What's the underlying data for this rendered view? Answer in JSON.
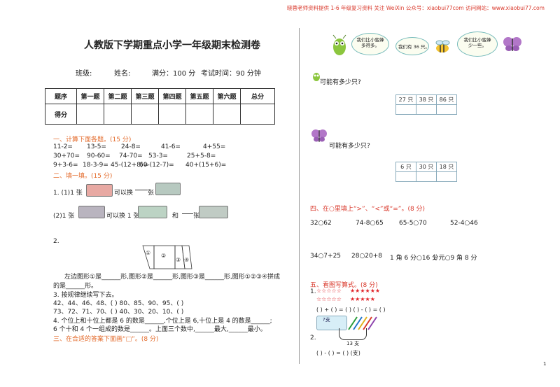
{
  "header_note": "晓蓉老师资料提供 1-6 年级复习资料  关注 WeiXin 公众号：xiaobui77com  访问网站：www.xiaobui77.com",
  "title": "人教版下学期重点小学一年级期末检测卷",
  "info": {
    "class": "班级:",
    "name": "姓名:",
    "score": "满分：100 分",
    "time": "考试时间：90 分钟"
  },
  "score_table": {
    "headers": [
      "题序",
      "第一题",
      "第二题",
      "第三题",
      "第四题",
      "第五题",
      "第六题",
      "总分"
    ],
    "row_label": "得分"
  },
  "section1": {
    "title": "一、计算下面各题。(15 分)",
    "rows": [
      [
        "11-2=",
        "13-5=",
        "24-8=",
        "41-6=",
        "4+55="
      ],
      [
        "30+70=",
        "90-60=",
        "74-70=",
        "53-3=",
        "25+5-8="
      ],
      [
        "9+3-6=",
        "18-3-9=",
        "45-(12+8)=",
        "60-(12-7)=",
        "40+(15+6)="
      ]
    ]
  },
  "section2": {
    "title": "二、填一填。(15 分)",
    "q1a_prefix": "1. (1)1 张",
    "q1a_mid": "可以换",
    "q1a_suffix": "张",
    "q1b_prefix": "(2)1 张",
    "q1b_mid": "可以换 1 张",
    "q1b_and": "和",
    "q1b_suffix": "张",
    "q2_label": "2.",
    "shape_labels": [
      "①",
      "②",
      "③",
      "④"
    ],
    "q2_text1": "左边图形①是______形,图形②是______形,图形③是______形,图形①②③④拼成",
    "q2_text2": "的是______形。",
    "q3_title": "3. 按规律继续写下去。",
    "q3_row1": "42、44、46、48、(      )          80、85、90、95、(      )",
    "q3_row2": "73、72、71、70、(      )          40、30、20、10、(      )",
    "q4_text": "4. 个位上和十位上都是 6 的数是______,个位上是 6,十位上是 4 的数是______;",
    "q5_text": "6 个十和 4 个一组成的数是______。上面三个数中,______最大,______最小。"
  },
  "section3": {
    "title": "三、在合适的答案下面画“□”。(8 分)"
  },
  "right": {
    "bubbles": [
      "我们比小蜜蜂多得多。",
      "我们有 36 只。",
      "我们比小蜜蜂少一些。"
    ],
    "q_bee": "可能有多少只?",
    "q_bee_options": [
      "27 只",
      "38 只",
      "86 只"
    ],
    "q_butterfly": "可能有多少只?",
    "q_butterfly_options": [
      "6 只",
      "30 只",
      "18 只"
    ]
  },
  "section4": {
    "title": "四、在○里填上“>”、“<”或“=”。(8 分)",
    "row1": [
      "32○62",
      "74-8○65",
      "65-5○70",
      "52-4○46"
    ],
    "row2": [
      "34○7+25",
      "28○20+8",
      "1 角 6 分○16 分",
      "1 元○9 角 8 分"
    ]
  },
  "section5": {
    "title": "五、看图写算式。(8 分)",
    "q1_label": "1.",
    "stars_outline_1": "☆☆☆☆☆",
    "stars_solid_1": "★★★★★★",
    "stars_outline_2": "☆☆☆☆☆",
    "stars_solid_2": "★★★★★",
    "eq_row": "(      ) + (      ) = (      )          (      ) - (      ) = (      )",
    "q2_label": "2.",
    "q2_pic_label": "13 支",
    "q2_pic_tag": "?支",
    "q2_eq": "(      ) - (      ) = (      ) (支)"
  },
  "page_number": "1"
}
